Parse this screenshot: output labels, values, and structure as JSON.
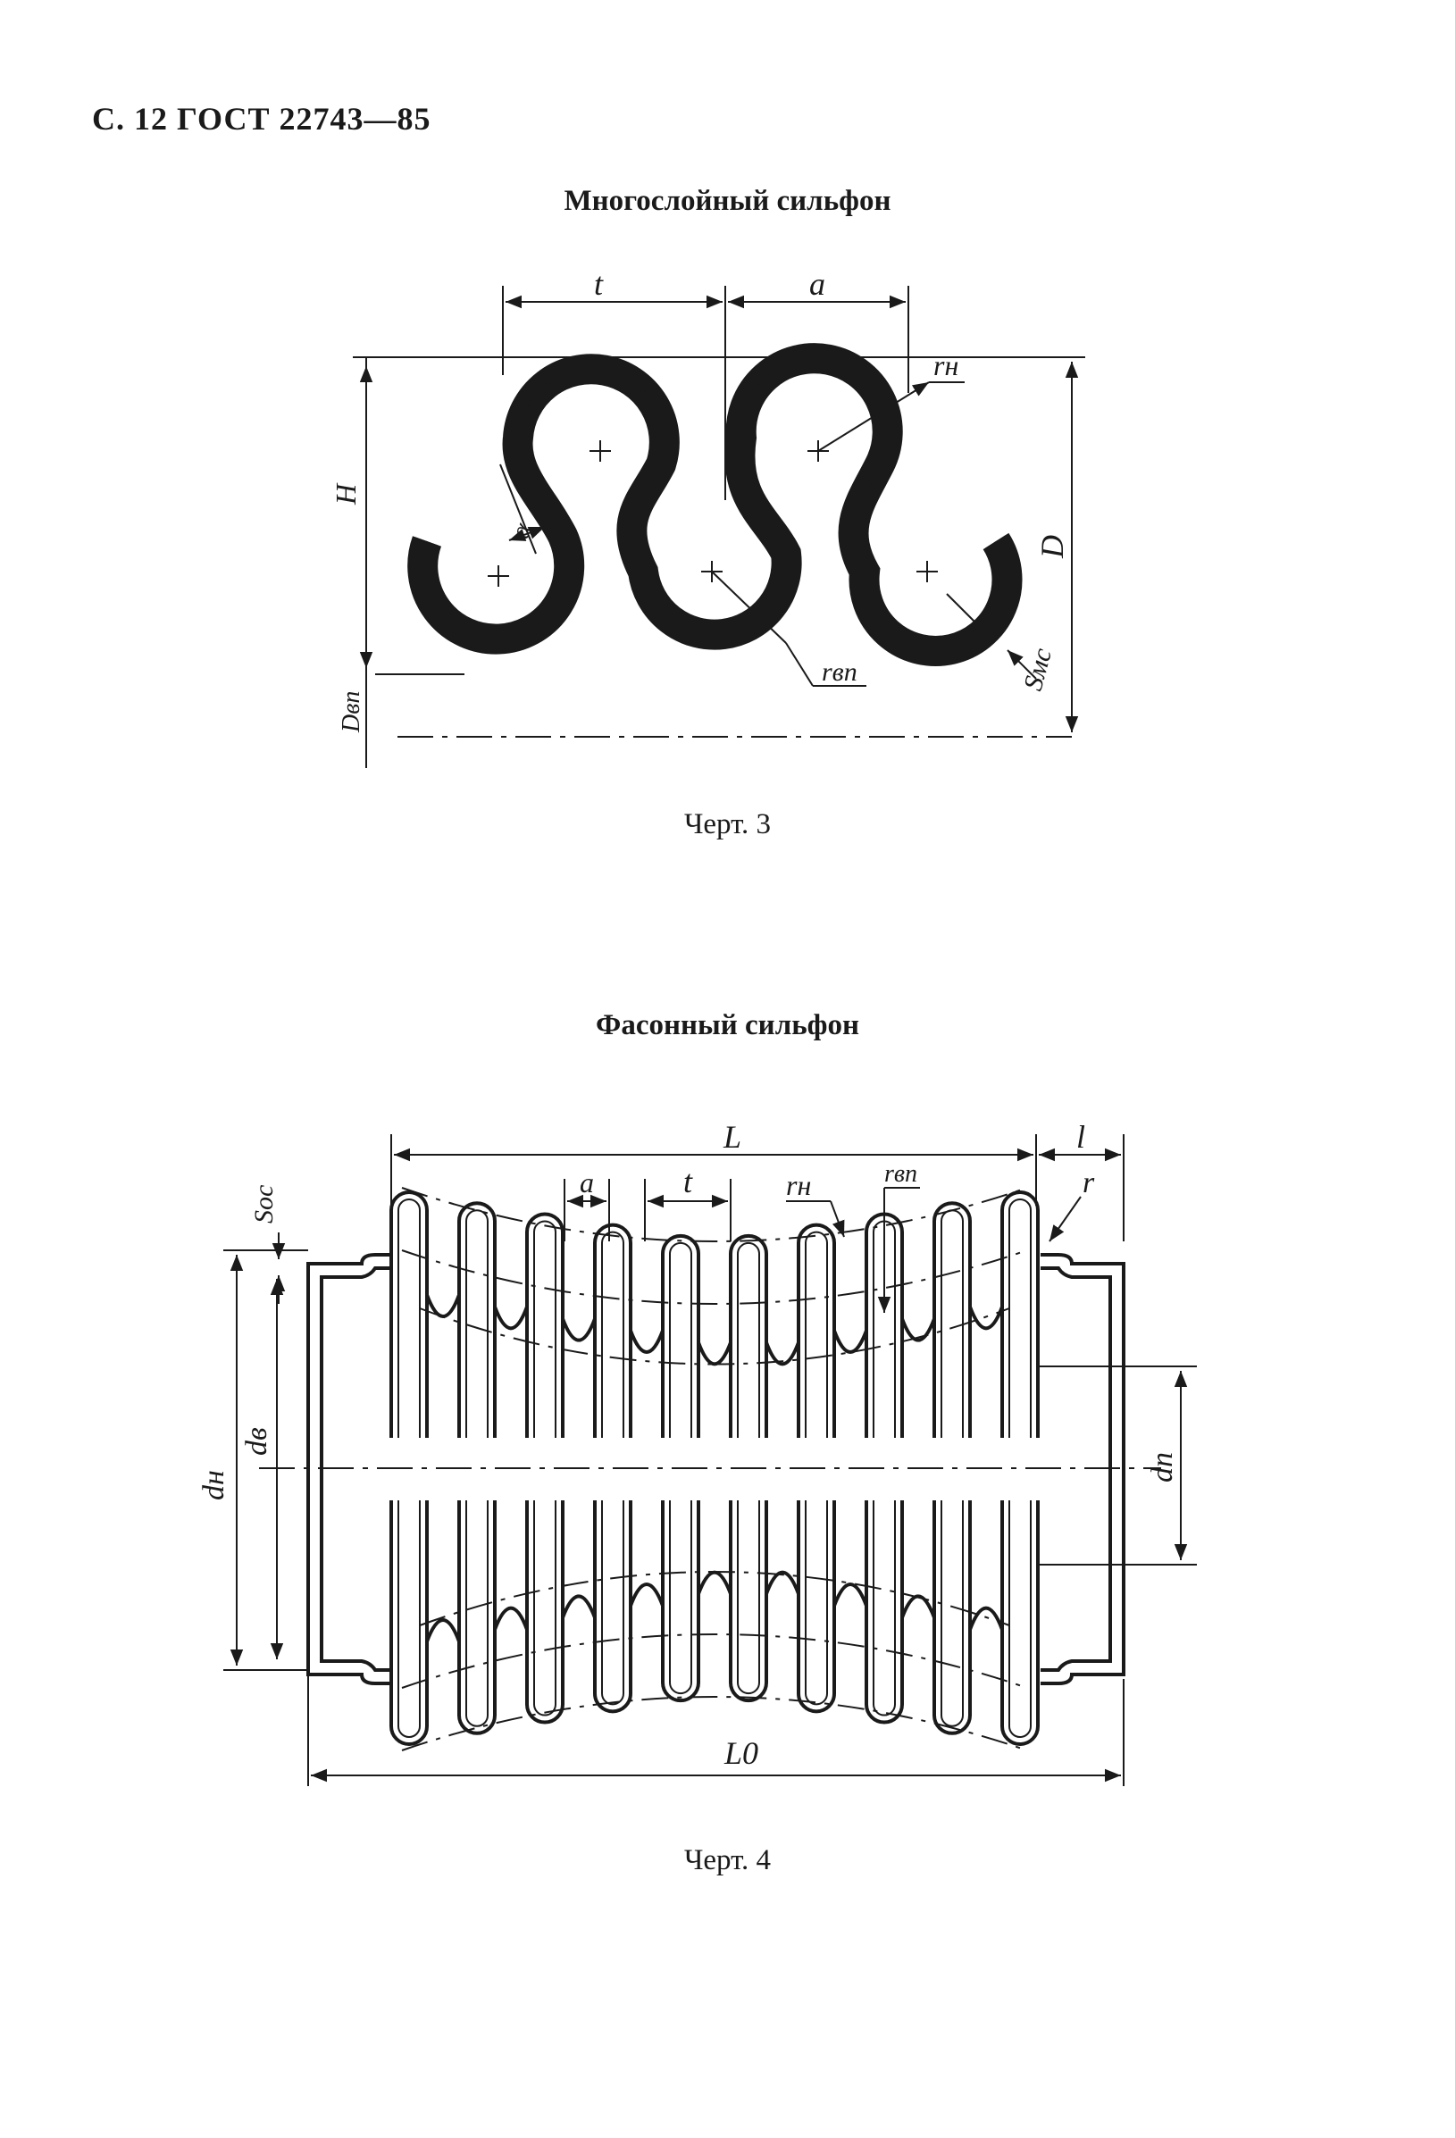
{
  "page_header": "С. 12 ГОСТ 22743—85",
  "figure1": {
    "title": "Многослойный сильфон",
    "caption": "Черт. 3",
    "labels": {
      "t": "t",
      "a": "a",
      "r_h": "rн",
      "H": "H",
      "alpha": "α",
      "D": "D",
      "r_vp": "rвп",
      "S_mc": "Sмс",
      "D_vp": "Dвп"
    }
  },
  "figure2": {
    "title": "Фасонный сильфон",
    "caption": "Черт. 4",
    "labels": {
      "L": "L",
      "l": "l",
      "S_oc": "Soc",
      "a": "a",
      "t": "t",
      "r_h": "rн",
      "r_vp": "rвп",
      "r": "r",
      "d_h": "dн",
      "d_v": "dв",
      "d_p": "dп",
      "L0": "L0"
    }
  }
}
